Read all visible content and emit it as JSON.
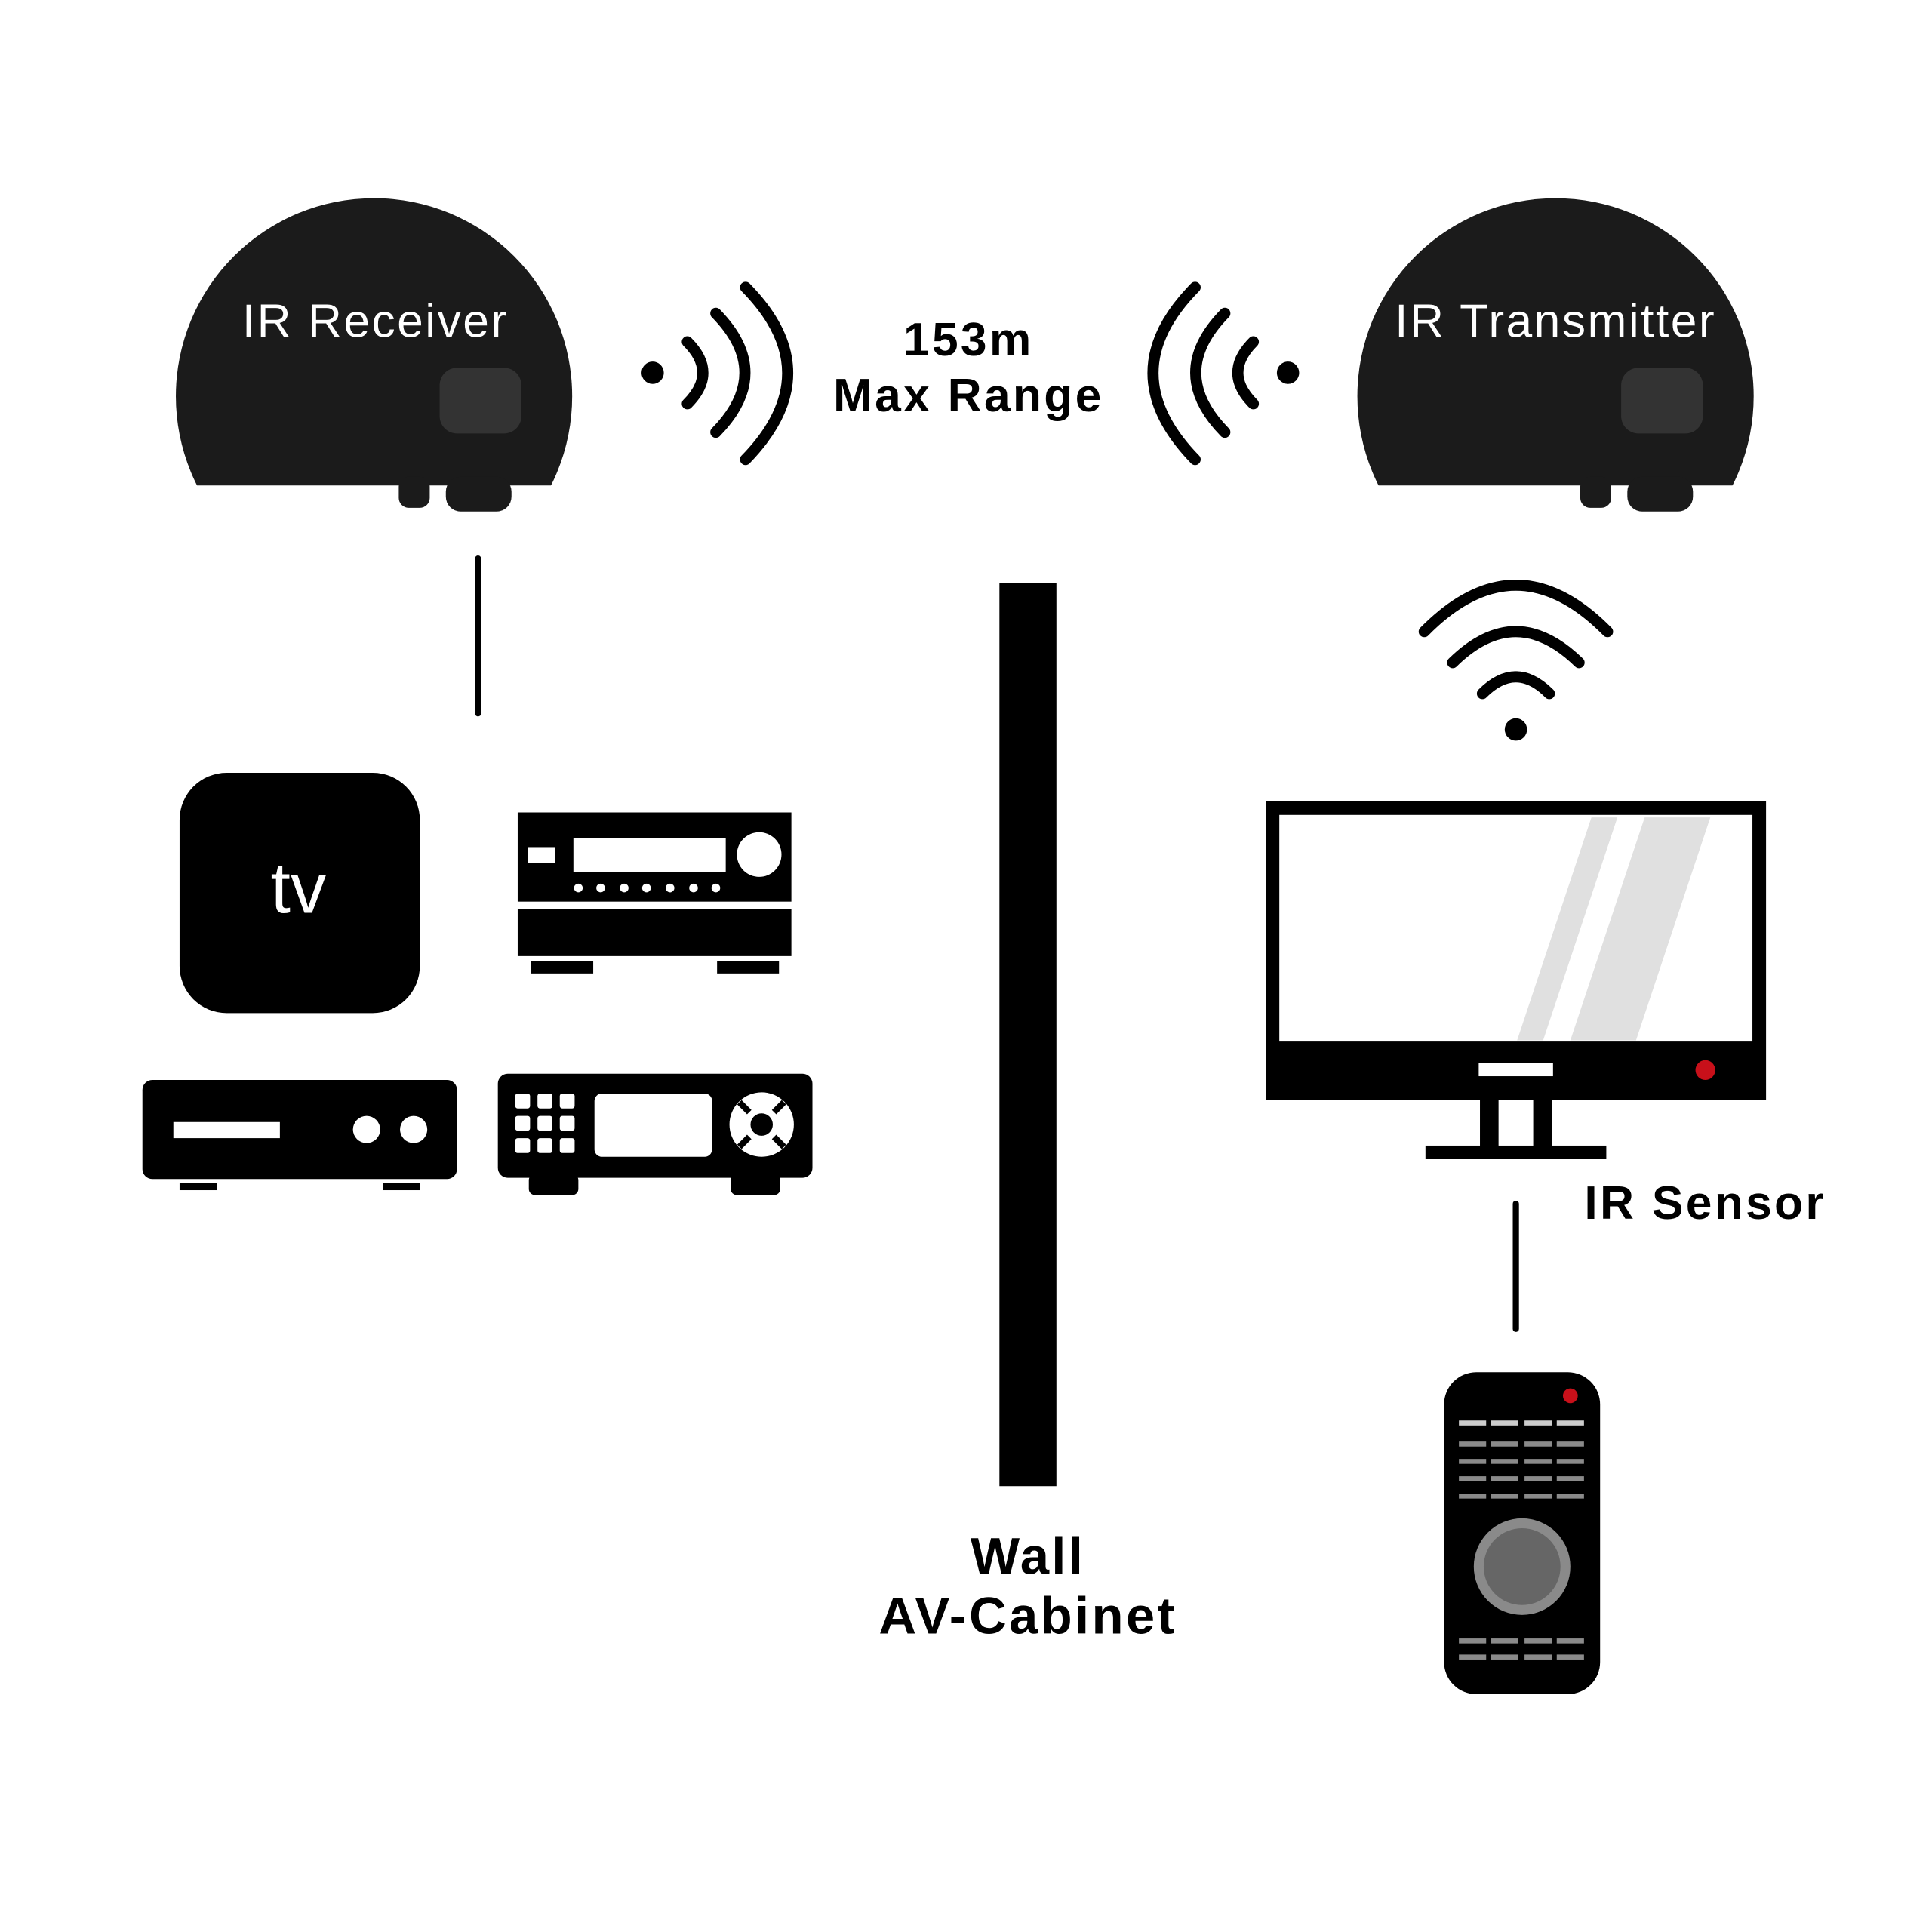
{
  "devices": {
    "receiver_label": "IR Receiver",
    "transmitter_label": "IR Transmitter",
    "appletv_label": "tv"
  },
  "range": {
    "distance": "153m",
    "caption": "Max Range"
  },
  "wall": {
    "line1": "Wall",
    "line2": "AV-Cabinet"
  },
  "sensor_label": "IR Sensor",
  "colors": {
    "device": "#1b1b1b",
    "window": "#333333",
    "black": "#000000",
    "led_red": "#c8101a",
    "glare": "#e0e0e0",
    "remote_keys": "#8a8a8a"
  }
}
